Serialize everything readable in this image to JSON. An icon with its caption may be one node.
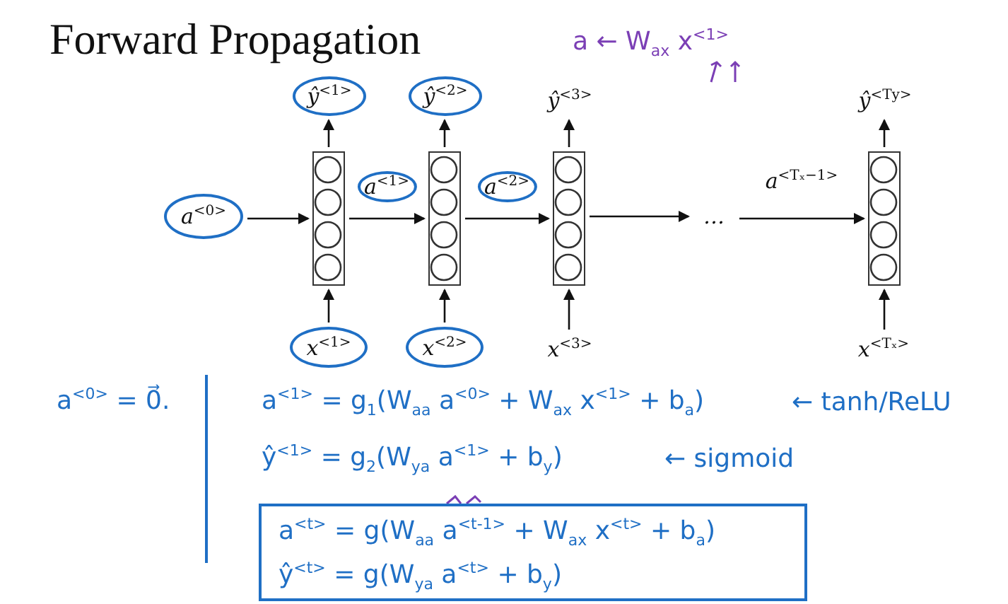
{
  "diagram": {
    "title": "Forward Propagation",
    "nodes": [
      {
        "text": [
          "a$^{<0>}$"
        ]
      },
      {
        "text": [],
        "shape": "box"
      },
      {
        "text": [],
        "shape": "box"
      },
      {
        "text": [],
        "shape": "box"
      },
      {
        "text": [
          "…"
        ]
      },
      {
        "text": [],
        "shape": "box"
      },
      {
        "text": [
          "ŷ$^{<1>}$"
        ]
      },
      {
        "text": [
          "ŷ$^{<2>}$"
        ]
      },
      {
        "text": [
          "ŷ$^{<3>}$"
        ]
      },
      {
        "text": [
          "ŷ$^{<Ty>}$"
        ]
      },
      {
        "text": [
          "x$^{<1>}$"
        ]
      },
      {
        "text": [
          "x$^{<2>}$"
        ]
      },
      {
        "text": [
          "x$^{<3>}$"
        ]
      },
      {
        "text": [
          "x$^{<Tₓ>}$"
        ]
      },
      {
        "text": [
          "a$^{<t>}$ = g(W$_{aa}$ a$^{<t-1>}$ + W$_{ax}$ x$^{<t>}$ + b$_{a}$)",
          "ŷ$^{<t>}$ = g(W$_{ya}$ a$^{<t>}$ + b$_{y}$)"
        ]
      }
    ],
    "edges": [
      {
        "from": 0,
        "to": 1,
        "arrow": "to"
      },
      {
        "from": 1,
        "to": 2,
        "arrow": "to",
        "label": "a$^{<1>}$"
      },
      {
        "from": 2,
        "to": 3,
        "arrow": "to",
        "label": "a$^{<2>}$"
      },
      {
        "from": 3,
        "to": 4,
        "arrow": "to"
      },
      {
        "from": 4,
        "to": 5,
        "arrow": "to",
        "label": "a$^{<Tₓ−1>}$"
      },
      {
        "from": 1,
        "to": 6,
        "arrow": "to"
      },
      {
        "from": 2,
        "to": 7,
        "arrow": "to"
      },
      {
        "from": 3,
        "to": 8,
        "arrow": "to"
      },
      {
        "from": 5,
        "to": 9,
        "arrow": "to"
      },
      {
        "from": 10,
        "to": 1,
        "arrow": "to"
      },
      {
        "from": 11,
        "to": 2,
        "arrow": "to"
      },
      {
        "from": 12,
        "to": 3,
        "arrow": "to"
      },
      {
        "from": 13,
        "to": 5,
        "arrow": "to"
      }
    ],
    "labels": [
      "a ← W$_{ax}$ x$^{<1>}$",
      "a$^{<0>}$ = 0⃗.",
      "a$^{<1>}$ = g$_{1}$(W$_{aa}$ a$^{<0>}$ + W$_{ax}$ x$^{<1>}$ + b$_{a}$)",
      "← tanh/ReLU",
      "ŷ$^{<1>}$ = g$_{2}$(W$_{ya}$ a$^{<1>}$ + b$_{y}$)",
      "← sigmoid"
    ]
  }
}
